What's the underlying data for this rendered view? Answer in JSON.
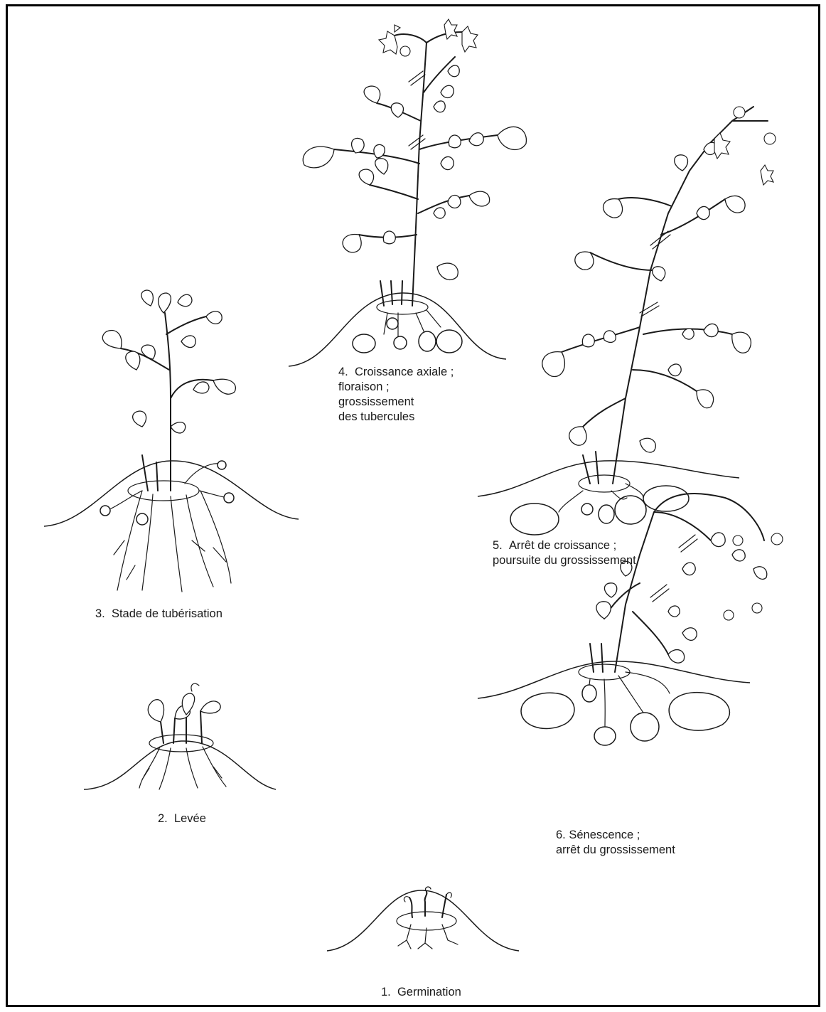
{
  "stages": [
    {
      "number": "1.",
      "lines": [
        "Germination"
      ]
    },
    {
      "number": "2.",
      "lines": [
        "Levée"
      ]
    },
    {
      "number": "3.",
      "lines": [
        "Stade de tubérisation"
      ]
    },
    {
      "number": "4.",
      "lines": [
        "Croissance axiale ;",
        "floraison ;",
        "grossissement",
        "des tubercules"
      ]
    },
    {
      "number": "5.",
      "lines": [
        "Arrêt de croissance ;",
        "poursuite du grossissement"
      ]
    },
    {
      "number": "6.",
      "lines": [
        "Sénescence ;",
        "arrêt du grossissement"
      ]
    }
  ]
}
